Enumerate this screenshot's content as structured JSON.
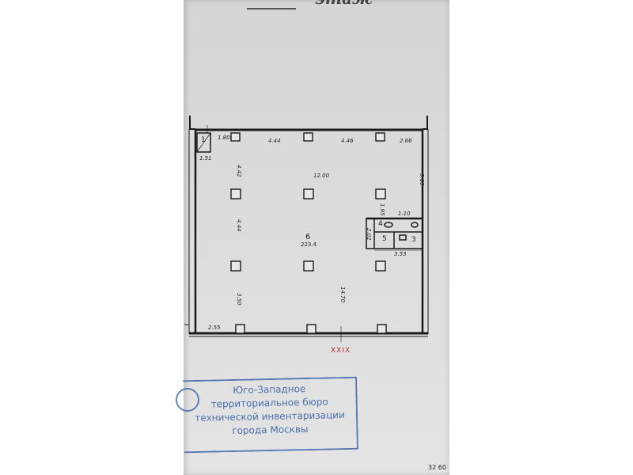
{
  "header": {
    "floor_label": "этаж"
  },
  "room": {
    "number": "6",
    "area": "223.4"
  },
  "small_rooms": [
    "1",
    "4",
    "5",
    "3"
  ],
  "dimensions": {
    "top_1": "1.80",
    "top_2": "4.44",
    "top_3": "4.46",
    "top_4": "2.66",
    "room1_width": "1.51",
    "left_upper": "4.42",
    "left_middle": "4.44",
    "left_lower": "3.50",
    "center_width": "12.00",
    "right_upper": "5.09",
    "center_length": "14.70",
    "bottom_left": "2.55",
    "wc_top": "1.10",
    "wc_width": "3.53",
    "wc_side": "1.95",
    "wc_height": "2.02"
  },
  "section_mark": "XXIX",
  "stamp": {
    "line1": "Юго-Западное",
    "line2": "территориальное бюро",
    "line3": "технической инвентаризации",
    "line4": "города Москвы"
  },
  "page_number": "32 60"
}
